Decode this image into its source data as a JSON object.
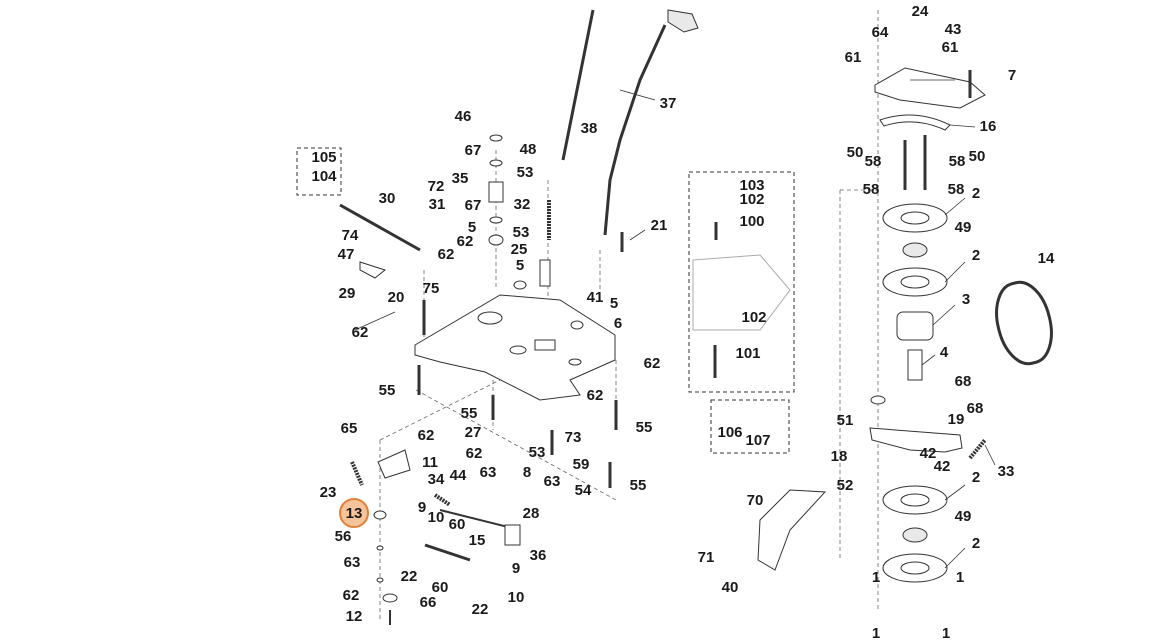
{
  "highlight": {
    "label": "13",
    "color": "#e0803a"
  },
  "callouts": [
    {
      "id": "c24",
      "label": "24"
    },
    {
      "id": "c43",
      "label": "43"
    },
    {
      "id": "c64",
      "label": "64"
    },
    {
      "id": "c61a",
      "label": "61"
    },
    {
      "id": "c61b",
      "label": "61"
    },
    {
      "id": "c7",
      "label": "7"
    },
    {
      "id": "c16",
      "label": "16"
    },
    {
      "id": "c50a",
      "label": "50"
    },
    {
      "id": "c50b",
      "label": "50"
    },
    {
      "id": "c58a",
      "label": "58"
    },
    {
      "id": "c58b",
      "label": "58"
    },
    {
      "id": "c58c",
      "label": "58"
    },
    {
      "id": "c58d",
      "label": "58"
    },
    {
      "id": "c2a",
      "label": "2"
    },
    {
      "id": "c49a",
      "label": "49"
    },
    {
      "id": "c2b",
      "label": "2"
    },
    {
      "id": "c14",
      "label": "14"
    },
    {
      "id": "c3",
      "label": "3"
    },
    {
      "id": "c4",
      "label": "4"
    },
    {
      "id": "c68a",
      "label": "68"
    },
    {
      "id": "c68b",
      "label": "68"
    },
    {
      "id": "c51",
      "label": "51"
    },
    {
      "id": "c19",
      "label": "19"
    },
    {
      "id": "c18",
      "label": "18"
    },
    {
      "id": "c42a",
      "label": "42"
    },
    {
      "id": "c42b",
      "label": "42"
    },
    {
      "id": "c33",
      "label": "33"
    },
    {
      "id": "c52",
      "label": "52"
    },
    {
      "id": "c2c",
      "label": "2"
    },
    {
      "id": "c49b",
      "label": "49"
    },
    {
      "id": "c2d",
      "label": "2"
    },
    {
      "id": "c1a",
      "label": "1"
    },
    {
      "id": "c1b",
      "label": "1"
    },
    {
      "id": "c1c",
      "label": "1"
    },
    {
      "id": "c1d",
      "label": "1"
    },
    {
      "id": "c70",
      "label": "70"
    },
    {
      "id": "c71",
      "label": "71"
    },
    {
      "id": "c40",
      "label": "40"
    },
    {
      "id": "c103",
      "label": "103"
    },
    {
      "id": "c102a",
      "label": "102"
    },
    {
      "id": "c100",
      "label": "100"
    },
    {
      "id": "c102b",
      "label": "102"
    },
    {
      "id": "c101",
      "label": "101"
    },
    {
      "id": "c106",
      "label": "106"
    },
    {
      "id": "c107",
      "label": "107"
    },
    {
      "id": "c37",
      "label": "37"
    },
    {
      "id": "c38",
      "label": "38"
    },
    {
      "id": "c21",
      "label": "21"
    },
    {
      "id": "c46",
      "label": "46"
    },
    {
      "id": "c67a",
      "label": "67"
    },
    {
      "id": "c48",
      "label": "48"
    },
    {
      "id": "c53a",
      "label": "53"
    },
    {
      "id": "c35",
      "label": "35"
    },
    {
      "id": "c32",
      "label": "32"
    },
    {
      "id": "c67b",
      "label": "67"
    },
    {
      "id": "c53b",
      "label": "53"
    },
    {
      "id": "c5a",
      "label": "5"
    },
    {
      "id": "c62a",
      "label": "62"
    },
    {
      "id": "c25",
      "label": "25"
    },
    {
      "id": "c5b",
      "label": "5"
    },
    {
      "id": "c62b",
      "label": "62"
    },
    {
      "id": "c105",
      "label": "105"
    },
    {
      "id": "c104",
      "label": "104"
    },
    {
      "id": "c72",
      "label": "72"
    },
    {
      "id": "c30",
      "label": "30"
    },
    {
      "id": "c31",
      "label": "31"
    },
    {
      "id": "c74",
      "label": "74"
    },
    {
      "id": "c47",
      "label": "47"
    },
    {
      "id": "c29",
      "label": "29"
    },
    {
      "id": "c75",
      "label": "75"
    },
    {
      "id": "c20",
      "label": "20"
    },
    {
      "id": "c62c",
      "label": "62"
    },
    {
      "id": "c41",
      "label": "41"
    },
    {
      "id": "c5c",
      "label": "5"
    },
    {
      "id": "c6",
      "label": "6"
    },
    {
      "id": "c62d",
      "label": "62"
    },
    {
      "id": "c55a",
      "label": "55"
    },
    {
      "id": "c62e",
      "label": "62"
    },
    {
      "id": "c55b",
      "label": "55"
    },
    {
      "id": "c55c",
      "label": "55"
    },
    {
      "id": "c65",
      "label": "65"
    },
    {
      "id": "c62f",
      "label": "62"
    },
    {
      "id": "c27",
      "label": "27"
    },
    {
      "id": "c53c",
      "label": "53"
    },
    {
      "id": "c73",
      "label": "73"
    },
    {
      "id": "c59",
      "label": "59"
    },
    {
      "id": "c11",
      "label": "11"
    },
    {
      "id": "c62g",
      "label": "62"
    },
    {
      "id": "c44",
      "label": "44"
    },
    {
      "id": "c63a",
      "label": "63"
    },
    {
      "id": "c8",
      "label": "8"
    },
    {
      "id": "c63b",
      "label": "63"
    },
    {
      "id": "c55d",
      "label": "55"
    },
    {
      "id": "c23",
      "label": "23"
    },
    {
      "id": "c34",
      "label": "34"
    },
    {
      "id": "c54",
      "label": "54"
    },
    {
      "id": "c13",
      "label": "13"
    },
    {
      "id": "c9a",
      "label": "9"
    },
    {
      "id": "c10a",
      "label": "10"
    },
    {
      "id": "c60a",
      "label": "60"
    },
    {
      "id": "c28",
      "label": "28"
    },
    {
      "id": "c56",
      "label": "56"
    },
    {
      "id": "c15",
      "label": "15"
    },
    {
      "id": "c36",
      "label": "36"
    },
    {
      "id": "c63c",
      "label": "63"
    },
    {
      "id": "c22a",
      "label": "22"
    },
    {
      "id": "c9b",
      "label": "9"
    },
    {
      "id": "c60b",
      "label": "60"
    },
    {
      "id": "c62h",
      "label": "62"
    },
    {
      "id": "c10b",
      "label": "10"
    },
    {
      "id": "c66",
      "label": "66"
    },
    {
      "id": "c22b",
      "label": "22"
    },
    {
      "id": "c12",
      "label": "12"
    }
  ]
}
